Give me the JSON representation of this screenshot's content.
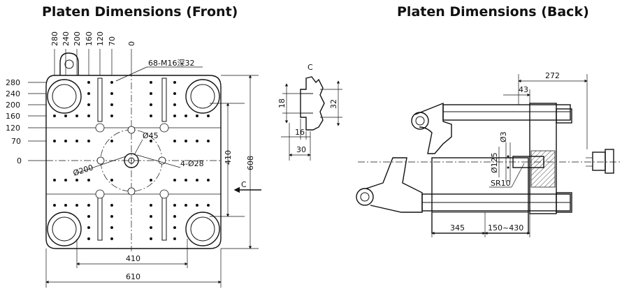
{
  "titles": {
    "front": "Platen Dimensions (Front)",
    "back": "Platen Dimensions (Back)"
  },
  "front": {
    "top_dims": [
      "280",
      "240",
      "200",
      "160",
      "120",
      "70",
      "0"
    ],
    "left_dims": [
      "280",
      "240",
      "200",
      "160",
      "120",
      "70",
      "0"
    ],
    "thread_note": "68-M16深32",
    "center_hole": "Ø45",
    "circle": "Ø200",
    "holes": "4-Ø28",
    "height_inner": "410",
    "height_outer": "608",
    "width_inner": "410",
    "width_outer": "610",
    "section_mark": "C"
  },
  "detail": {
    "label": "C",
    "d18": "18",
    "d32": "32",
    "d16": "16",
    "d30": "30"
  },
  "back": {
    "d272": "272",
    "d43": "43",
    "d3": "Ø3",
    "d125": "Ø125",
    "sr10": "SR10",
    "d345": "345",
    "d150_430": "150~430"
  }
}
